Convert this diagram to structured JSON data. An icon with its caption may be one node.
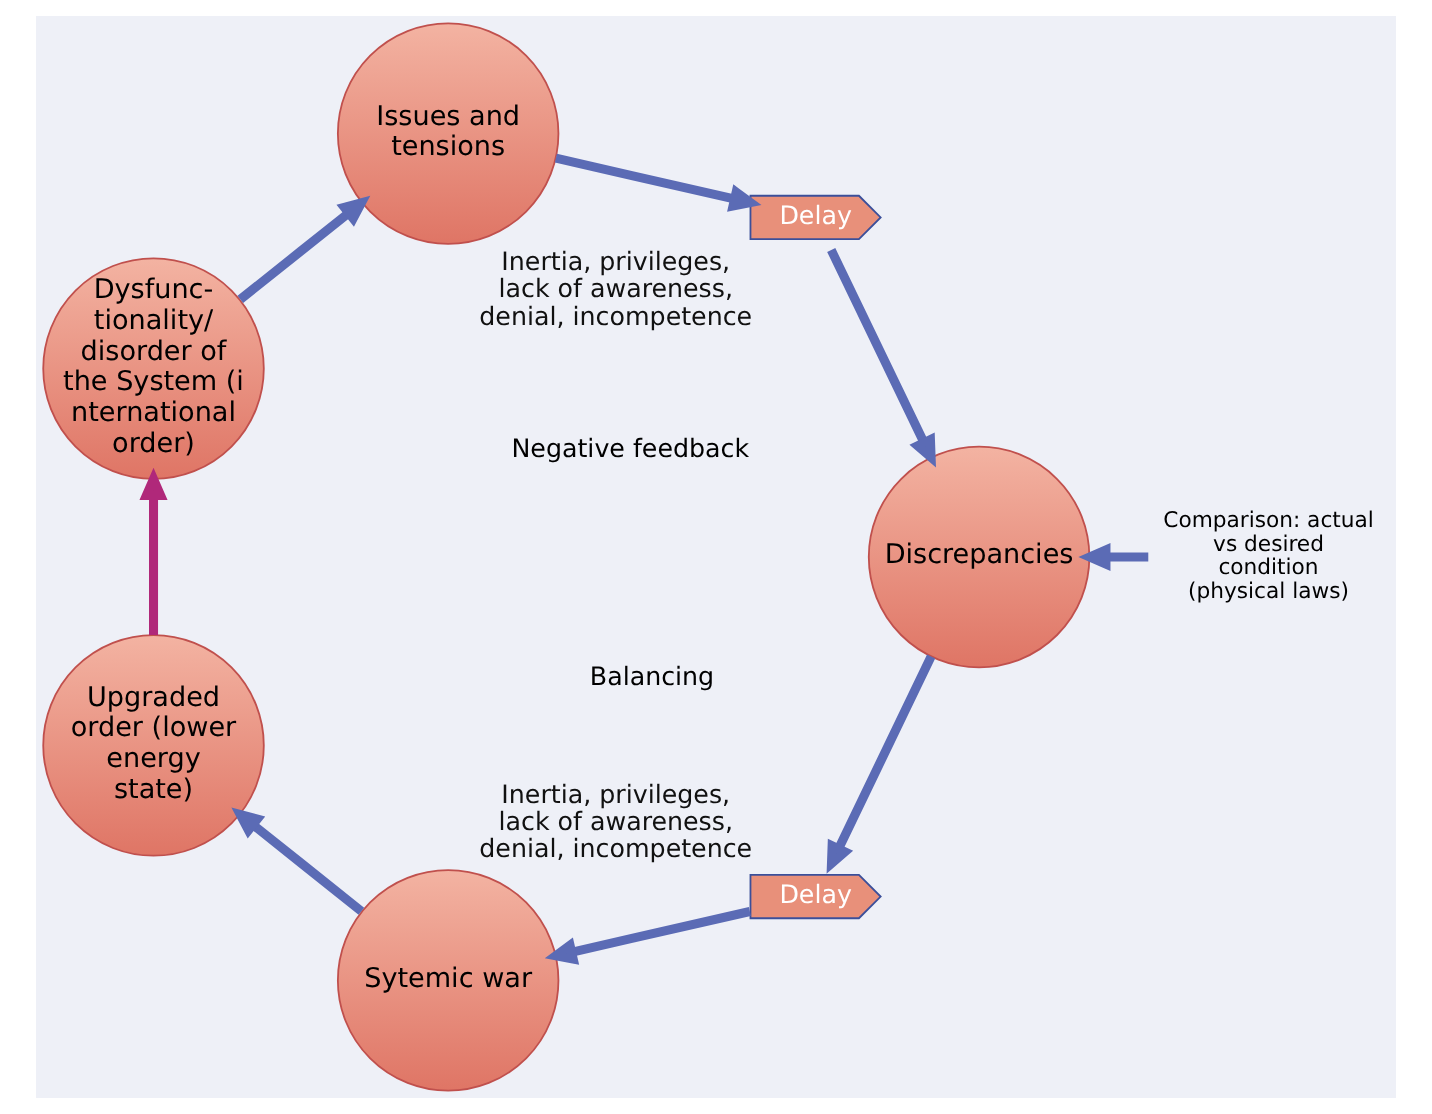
{
  "diagram": {
    "nodes": [
      {
        "text": [
          "Dysfunc- tionality/ disorder of the System (international order)"
        ]
      },
      {
        "text": [
          "Issues and tensions"
        ]
      },
      {
        "text": [
          "Delay"
        ],
        "beside": [
          "Inertia, privileges, lack of awareness, denial, incompetence"
        ]
      },
      {
        "text": [
          "Discrepancies"
        ]
      },
      {
        "text": [
          "Delay"
        ],
        "beside": [
          "Inertia, privileges, lack of awareness, denial, incompetence"
        ]
      },
      {
        "text": [
          "Sytemic war"
        ]
      },
      {
        "text": [
          "Upgraded order (lower energy state)"
        ]
      },
      {
        "text": [
          "Comparison: actual vs desired condition (physical laws)"
        ]
      }
    ],
    "edges": [
      {
        "from": 0,
        "to": 1,
        "arrow": "to"
      },
      {
        "from": 1,
        "to": 2,
        "arrow": "to"
      },
      {
        "from": 2,
        "to": 3,
        "arrow": "to"
      },
      {
        "from": 3,
        "to": 4,
        "arrow": "to"
      },
      {
        "from": 4,
        "to": 5,
        "arrow": "to"
      },
      {
        "from": 5,
        "to": 6,
        "arrow": "to"
      },
      {
        "from": 6,
        "to": 0,
        "arrow": "to",
        "color": "#b0287a"
      },
      {
        "from": 7,
        "to": 3,
        "arrow": "to"
      }
    ],
    "labels": [
      "Balancing",
      "Negative feedback"
    ]
  }
}
